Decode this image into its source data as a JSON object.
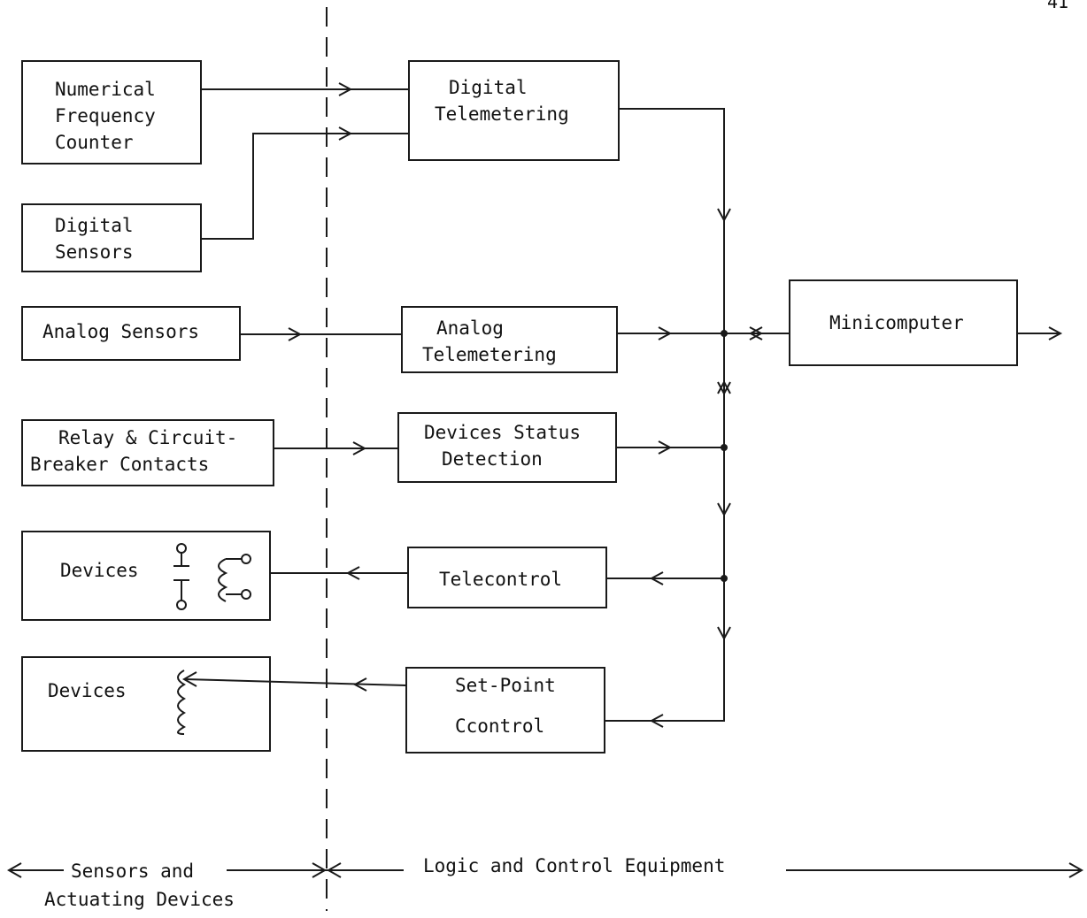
{
  "page_number": "41",
  "blocks": {
    "numerical_frequency_counter": [
      "Numerical",
      "Frequency",
      "Counter"
    ],
    "digital_sensors": [
      "Digital",
      "Sensors"
    ],
    "analog_sensors": "Analog Sensors",
    "relay_contacts": [
      "Relay & Circuit-",
      "Breaker Contacts"
    ],
    "devices_switch": "Devices",
    "devices_coil": "Devices",
    "digital_telemetering": [
      "Digital",
      "Telemetering"
    ],
    "analog_telemetering": [
      "Analog",
      "Telemetering"
    ],
    "devices_status_detection": [
      "Devices Status",
      "Detection"
    ],
    "telecontrol": "Telecontrol",
    "set_point_control": [
      "Set-Point",
      "Ccontrol"
    ],
    "minicomputer": "Minicomputer"
  },
  "regions": {
    "left": [
      "Sensors and",
      "Actuating Devices"
    ],
    "right": "Logic and Control Equipment"
  }
}
